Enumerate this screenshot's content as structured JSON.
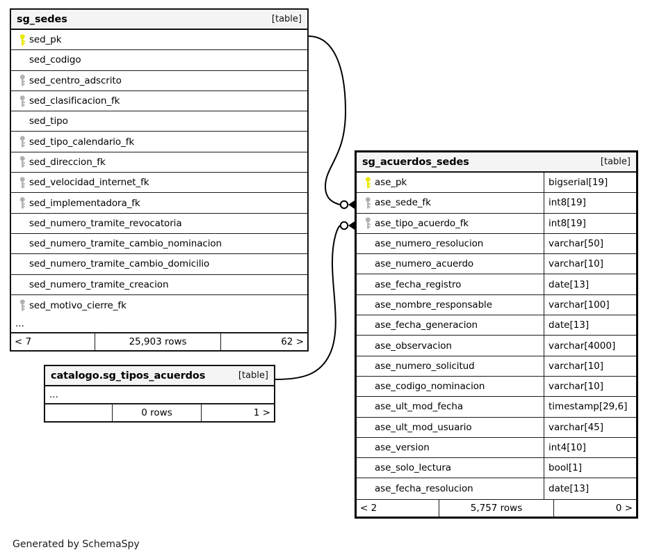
{
  "diagram": {
    "generator_note": "Generated by SchemaSpy",
    "table_kind_label": "[table]",
    "ellipsis": "...",
    "colors": {
      "primary_key": "#e8e800",
      "foreign_key": "#b0b0b0",
      "header_bg": "#f4f4f4",
      "border": "#111111",
      "text": "#000000"
    }
  },
  "tables": [
    {
      "id": "sg_sedes",
      "name": "sg_sedes",
      "kind": "[table]",
      "columns": [
        {
          "name": "sed_pk",
          "key": "pk",
          "type": ""
        },
        {
          "name": "sed_codigo",
          "key": "none",
          "type": ""
        },
        {
          "name": "sed_centro_adscrito",
          "key": "fk",
          "type": ""
        },
        {
          "name": "sed_clasificacion_fk",
          "key": "fk",
          "type": ""
        },
        {
          "name": "sed_tipo",
          "key": "none",
          "type": ""
        },
        {
          "name": "sed_tipo_calendario_fk",
          "key": "fk",
          "type": ""
        },
        {
          "name": "sed_direccion_fk",
          "key": "fk",
          "type": ""
        },
        {
          "name": "sed_velocidad_internet_fk",
          "key": "fk",
          "type": ""
        },
        {
          "name": "sed_implementadora_fk",
          "key": "fk",
          "type": ""
        },
        {
          "name": "sed_numero_tramite_revocatoria",
          "key": "none",
          "type": ""
        },
        {
          "name": "sed_numero_tramite_cambio_nominacion",
          "key": "none",
          "type": ""
        },
        {
          "name": "sed_numero_tramite_cambio_domicilio",
          "key": "none",
          "type": ""
        },
        {
          "name": "sed_numero_tramite_creacion",
          "key": "none",
          "type": ""
        },
        {
          "name": "sed_motivo_cierre_fk",
          "key": "fk",
          "type": ""
        }
      ],
      "has_ellipsis_row": true,
      "footer": {
        "prev": "< 7",
        "rows": "25,903 rows",
        "next": "62 >"
      }
    },
    {
      "id": "sg_acuerdos_sedes",
      "name": "sg_acuerdos_sedes",
      "kind": "[table]",
      "columns": [
        {
          "name": "ase_pk",
          "key": "pk",
          "type": "bigserial[19]"
        },
        {
          "name": "ase_sede_fk",
          "key": "fk",
          "type": "int8[19]"
        },
        {
          "name": "ase_tipo_acuerdo_fk",
          "key": "fk",
          "type": "int8[19]"
        },
        {
          "name": "ase_numero_resolucion",
          "key": "none",
          "type": "varchar[50]"
        },
        {
          "name": "ase_numero_acuerdo",
          "key": "none",
          "type": "varchar[10]"
        },
        {
          "name": "ase_fecha_registro",
          "key": "none",
          "type": "date[13]"
        },
        {
          "name": "ase_nombre_responsable",
          "key": "none",
          "type": "varchar[100]"
        },
        {
          "name": "ase_fecha_generacion",
          "key": "none",
          "type": "date[13]"
        },
        {
          "name": "ase_observacion",
          "key": "none",
          "type": "varchar[4000]"
        },
        {
          "name": "ase_numero_solicitud",
          "key": "none",
          "type": "varchar[10]"
        },
        {
          "name": "ase_codigo_nominacion",
          "key": "none",
          "type": "varchar[10]"
        },
        {
          "name": "ase_ult_mod_fecha",
          "key": "none",
          "type": "timestamp[29,6]"
        },
        {
          "name": "ase_ult_mod_usuario",
          "key": "none",
          "type": "varchar[45]"
        },
        {
          "name": "ase_version",
          "key": "none",
          "type": "int4[10]"
        },
        {
          "name": "ase_solo_lectura",
          "key": "none",
          "type": "bool[1]"
        },
        {
          "name": "ase_fecha_resolucion",
          "key": "none",
          "type": "date[13]"
        }
      ],
      "has_ellipsis_row": false,
      "footer": {
        "prev": "< 2",
        "rows": "5,757 rows",
        "next": "0 >"
      }
    },
    {
      "id": "catalogo_sg_tipos_acuerdos",
      "name": "catalogo.sg_tipos_acuerdos",
      "kind": "[table]",
      "columns": [],
      "has_ellipsis_row": true,
      "footer": {
        "prev": "",
        "rows": "0 rows",
        "next": "1 >"
      }
    }
  ],
  "relationships": [
    {
      "from": "sg_sedes.sed_pk",
      "to": "sg_acuerdos_sedes.ase_sede_fk",
      "from_marker": "none",
      "to_marker": "zero-or-many"
    },
    {
      "from": "catalogo.sg_tipos_acuerdos",
      "to": "sg_acuerdos_sedes.ase_tipo_acuerdo_fk",
      "from_marker": "none",
      "to_marker": "zero-or-many"
    }
  ]
}
